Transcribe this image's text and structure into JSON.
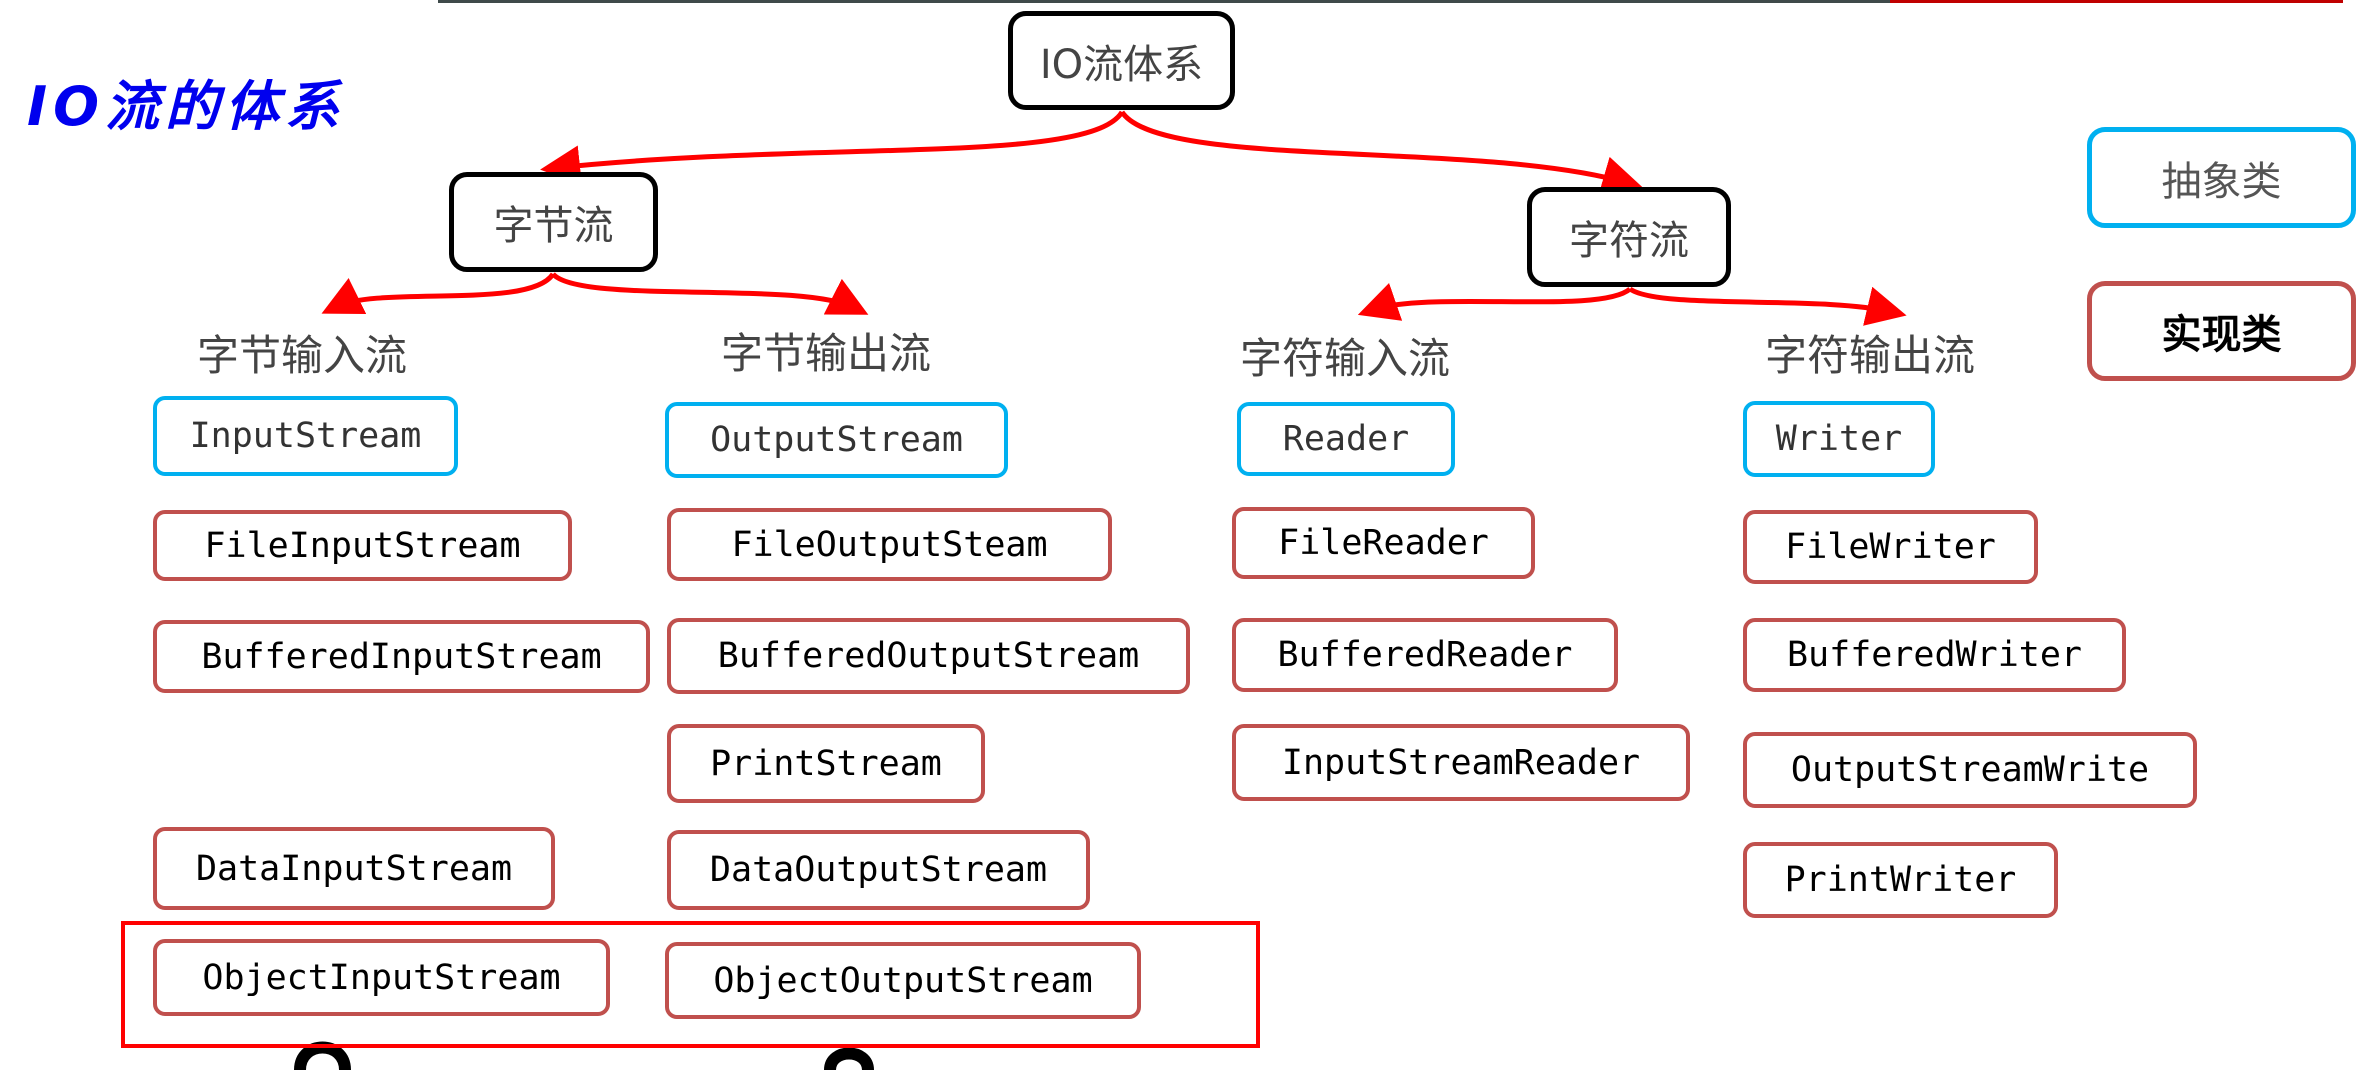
{
  "title": "IO流的体系",
  "root": "IO流体系",
  "branches": {
    "byte": "字节流",
    "char": "字符流"
  },
  "legend": {
    "abstract": "抽象类",
    "impl": "实现类"
  },
  "colors": {
    "abstract": "#00b0f0",
    "impl": "#c0504d",
    "arrow": "#ff0000",
    "title": "#0000ee"
  },
  "columns": [
    {
      "label": "字节输入流",
      "abstract": "InputStream",
      "impls": [
        "FileInputStream",
        "BufferedInputStream",
        "DataInputStream",
        "ObjectInputStream"
      ]
    },
    {
      "label": "字节输出流",
      "abstract": "OutputStream",
      "impls": [
        "FileOutputSteam",
        "BufferedOutputStream",
        "PrintStream",
        "DataOutputStream",
        "ObjectOutputStream"
      ]
    },
    {
      "label": "字符输入流",
      "abstract": "Reader",
      "impls": [
        "FileReader",
        "BufferedReader",
        "InputStreamReader"
      ]
    },
    {
      "label": "字符输出流",
      "abstract": "Writer",
      "impls": [
        "FileWriter",
        "BufferedWriter",
        "OutputStreamWrite",
        "PrintWriter"
      ]
    }
  ]
}
